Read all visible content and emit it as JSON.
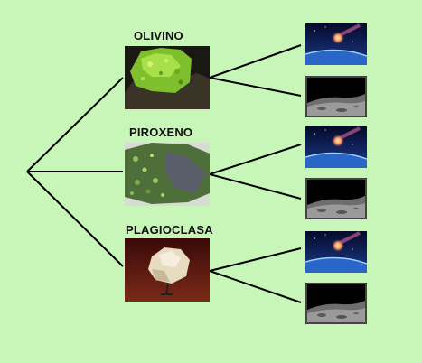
{
  "minerals": [
    {
      "label": "OLIVINO"
    },
    {
      "label": "PIROXENO"
    },
    {
      "label": "PLAGIOCLASA"
    }
  ],
  "colors": {
    "background": "#c8f5b8",
    "line": "#000000",
    "olivine": "#8fce3a",
    "pyroxene": "#6f9a4a",
    "plagioclase": "#e6dcc2",
    "space": "#0a1a4a",
    "moon_surface": "#8a8a8a"
  },
  "icons": {
    "meteorite": "meteorite-earth-image",
    "lunar": "lunar-surface-image"
  }
}
